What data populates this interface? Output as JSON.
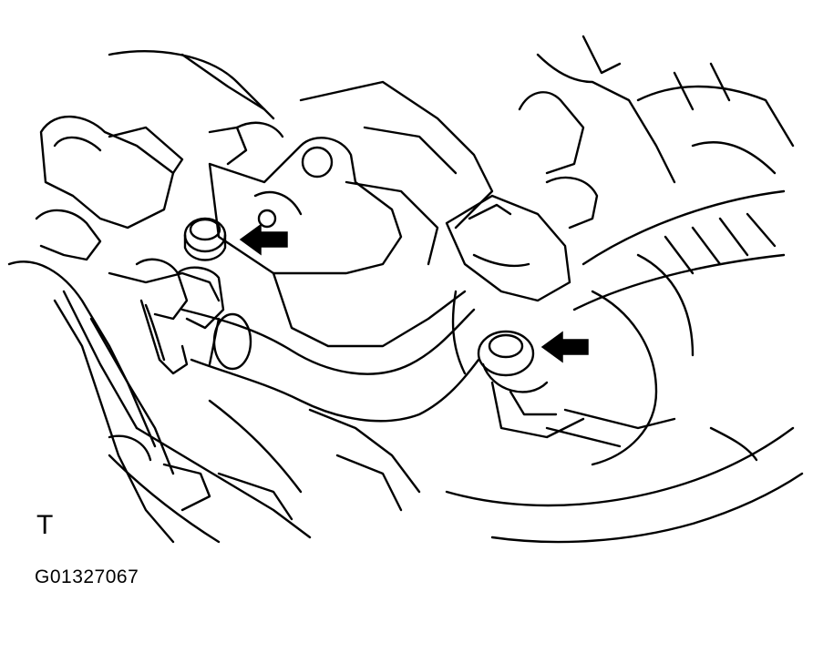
{
  "figure": {
    "view_marker": "T",
    "figure_code": "G01327067"
  },
  "colors": {
    "line": "#000000",
    "background": "#ffffff"
  },
  "callouts": [
    {
      "name": "bolt-arrow-upper-left",
      "icon": "arrow-left-icon"
    },
    {
      "name": "bolt-arrow-lower-right",
      "icon": "arrow-left-icon"
    }
  ]
}
